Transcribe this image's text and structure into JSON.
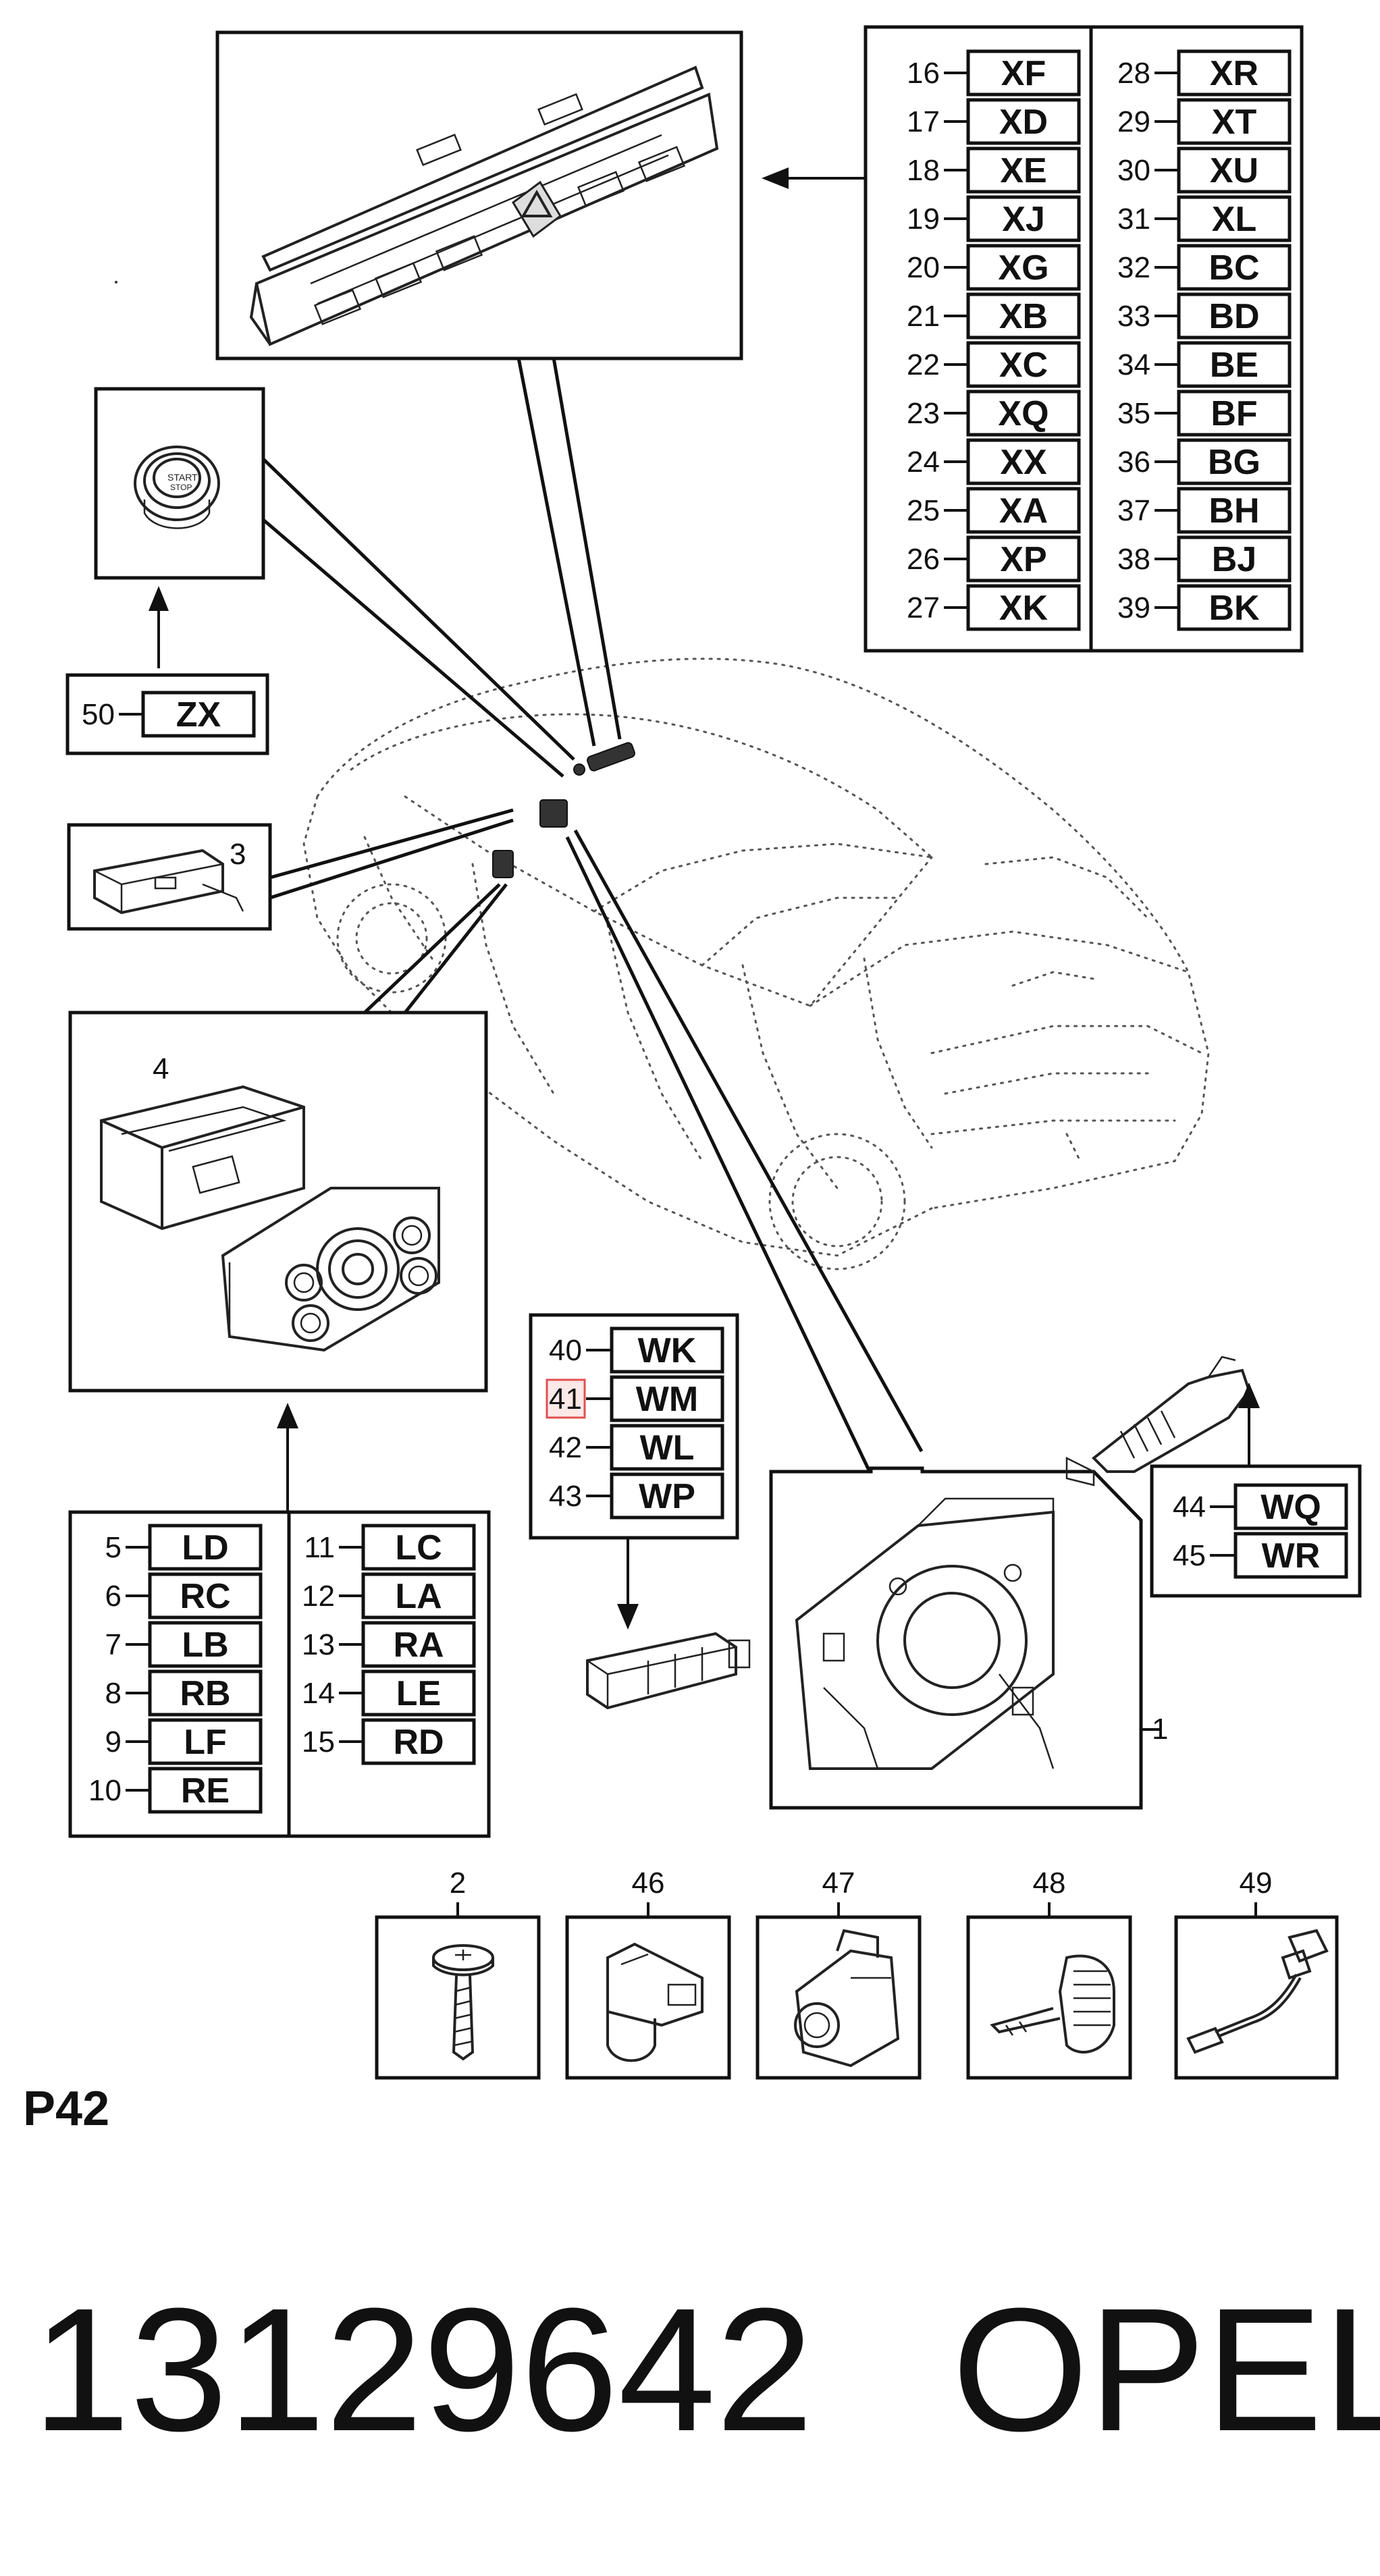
{
  "sheet_code": "P42",
  "part_number": "13129642",
  "brand": "OPEL",
  "colors": {
    "ink": "#111111",
    "highlight": "#e05050"
  },
  "table_top": {
    "left": [
      {
        "n": "16",
        "c": "XF"
      },
      {
        "n": "17",
        "c": "XD"
      },
      {
        "n": "18",
        "c": "XE"
      },
      {
        "n": "19",
        "c": "XJ"
      },
      {
        "n": "20",
        "c": "XG"
      },
      {
        "n": "21",
        "c": "XB"
      },
      {
        "n": "22",
        "c": "XC"
      },
      {
        "n": "23",
        "c": "XQ"
      },
      {
        "n": "24",
        "c": "XX"
      },
      {
        "n": "25",
        "c": "XA"
      },
      {
        "n": "26",
        "c": "XP"
      },
      {
        "n": "27",
        "c": "XK"
      }
    ],
    "right": [
      {
        "n": "28",
        "c": "XR"
      },
      {
        "n": "29",
        "c": "XT"
      },
      {
        "n": "30",
        "c": "XU"
      },
      {
        "n": "31",
        "c": "XL"
      },
      {
        "n": "32",
        "c": "BC"
      },
      {
        "n": "33",
        "c": "BD"
      },
      {
        "n": "34",
        "c": "BE"
      },
      {
        "n": "35",
        "c": "BF"
      },
      {
        "n": "36",
        "c": "BG"
      },
      {
        "n": "37",
        "c": "BH"
      },
      {
        "n": "38",
        "c": "BJ"
      },
      {
        "n": "39",
        "c": "BK"
      }
    ]
  },
  "table_zx": [
    {
      "n": "50",
      "c": "ZX"
    }
  ],
  "table_left": {
    "left": [
      {
        "n": "5",
        "c": "LD"
      },
      {
        "n": "6",
        "c": "RC"
      },
      {
        "n": "7",
        "c": "LB"
      },
      {
        "n": "8",
        "c": "RB"
      },
      {
        "n": "9",
        "c": "LF"
      },
      {
        "n": "10",
        "c": "RE"
      }
    ],
    "right": [
      {
        "n": "11",
        "c": "LC"
      },
      {
        "n": "12",
        "c": "LA"
      },
      {
        "n": "13",
        "c": "RA"
      },
      {
        "n": "14",
        "c": "LE"
      },
      {
        "n": "15",
        "c": "RD"
      }
    ]
  },
  "table_w": [
    {
      "n": "40",
      "c": "WK"
    },
    {
      "n": "41",
      "c": "WM",
      "highlight": true
    },
    {
      "n": "42",
      "c": "WL"
    },
    {
      "n": "43",
      "c": "WP"
    }
  ],
  "table_wq": [
    {
      "n": "44",
      "c": "WQ"
    },
    {
      "n": "45",
      "c": "WR"
    }
  ],
  "part_labels": {
    "p1": "1",
    "p2": "2",
    "p3": "3",
    "p4": "4",
    "p46": "46",
    "p47": "47",
    "p48": "48",
    "p49": "49"
  }
}
